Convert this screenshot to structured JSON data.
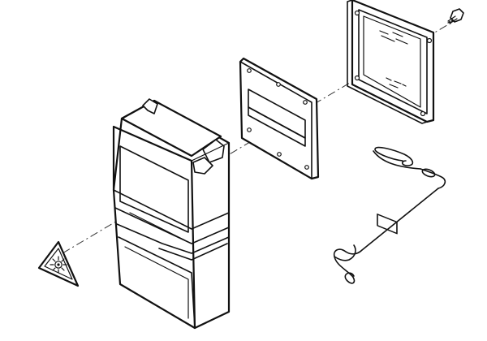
{
  "figure": {
    "kind": "exploded-assembly-drawing",
    "background": "#ffffff",
    "line_color": "#111111",
    "parts": [
      {
        "name": "screw"
      },
      {
        "name": "display-module"
      },
      {
        "name": "gasket-plate"
      },
      {
        "name": "enclosure-cover"
      },
      {
        "name": "laser-warning-triangle"
      },
      {
        "name": "wire-bail-clip"
      }
    ]
  }
}
